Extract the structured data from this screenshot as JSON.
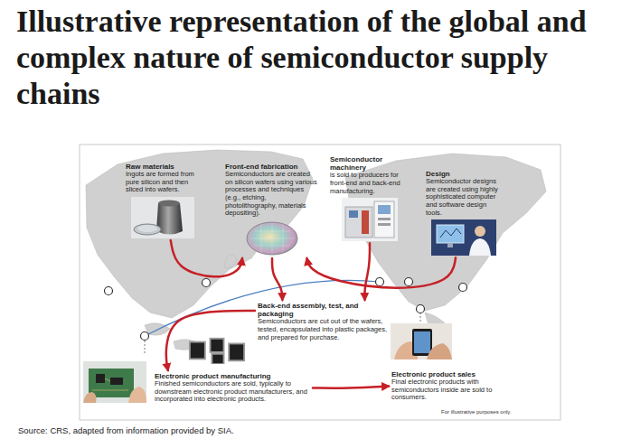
{
  "diagram": {
    "title": "Illustrative representation of the global and complex nature of semiconductor supply chains",
    "caption": "Source: CRS, adapted from information provided by SIA.",
    "nodes": [
      {
        "text": [
          "Raw materials",
          "Ingots are formed from pure silicon and then sliced into wafers."
        ]
      },
      {
        "text": [
          "Front-end fabrication",
          "Semiconductors are created on silicon wafers using various processes and techniques (e.g., etching, photolithography, materials depositing)."
        ]
      },
      {
        "text": [
          "Semiconductor machinery",
          "is sold to producers for front-end and back-end manufacturing."
        ]
      },
      {
        "text": [
          "Design",
          "Semiconductor designs are created using highly sophisticated computer and software design tools."
        ]
      },
      {
        "text": [
          "Back-end assembly, test, and packaging",
          "Semiconductors are cut out of the wafers, tested, encapsulated into plastic packages, and prepared for purchase."
        ]
      },
      {
        "text": [
          "Electronic product manufacturing",
          "Finished semiconductors are sold, typically to downstream electronic product manufacturers, and incorporated into electronic products."
        ]
      },
      {
        "text": [
          "Electronic product sales",
          "Final electronic products with semiconductors inside are sold to consumers."
        ]
      }
    ],
    "edges": [
      {
        "from": 0,
        "to": 1,
        "arrow": "to"
      },
      {
        "from": 3,
        "to": 1,
        "arrow": "to"
      },
      {
        "from": 1,
        "to": 4,
        "arrow": "to"
      },
      {
        "from": 2,
        "to": 4,
        "arrow": "to"
      },
      {
        "from": 4,
        "to": 5,
        "arrow": "to"
      },
      {
        "from": 5,
        "to": 6,
        "arrow": "to"
      }
    ],
    "labels": [
      "For illustrative purposes only."
    ]
  }
}
